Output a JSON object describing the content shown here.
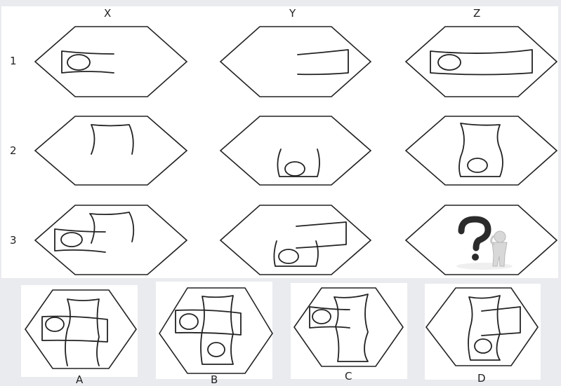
{
  "columns": [
    "X",
    "Y",
    "Z"
  ],
  "rows": [
    "1",
    "2",
    "3"
  ],
  "options": [
    "A",
    "B",
    "C",
    "D"
  ],
  "missing_mark": "?",
  "colors": {
    "background": "#e9ebee",
    "panel": "#ffffff",
    "stroke": "#222222",
    "figure": "#d8d8d8"
  },
  "icons": {
    "missing": "thinking-person-question-mark-icon"
  }
}
